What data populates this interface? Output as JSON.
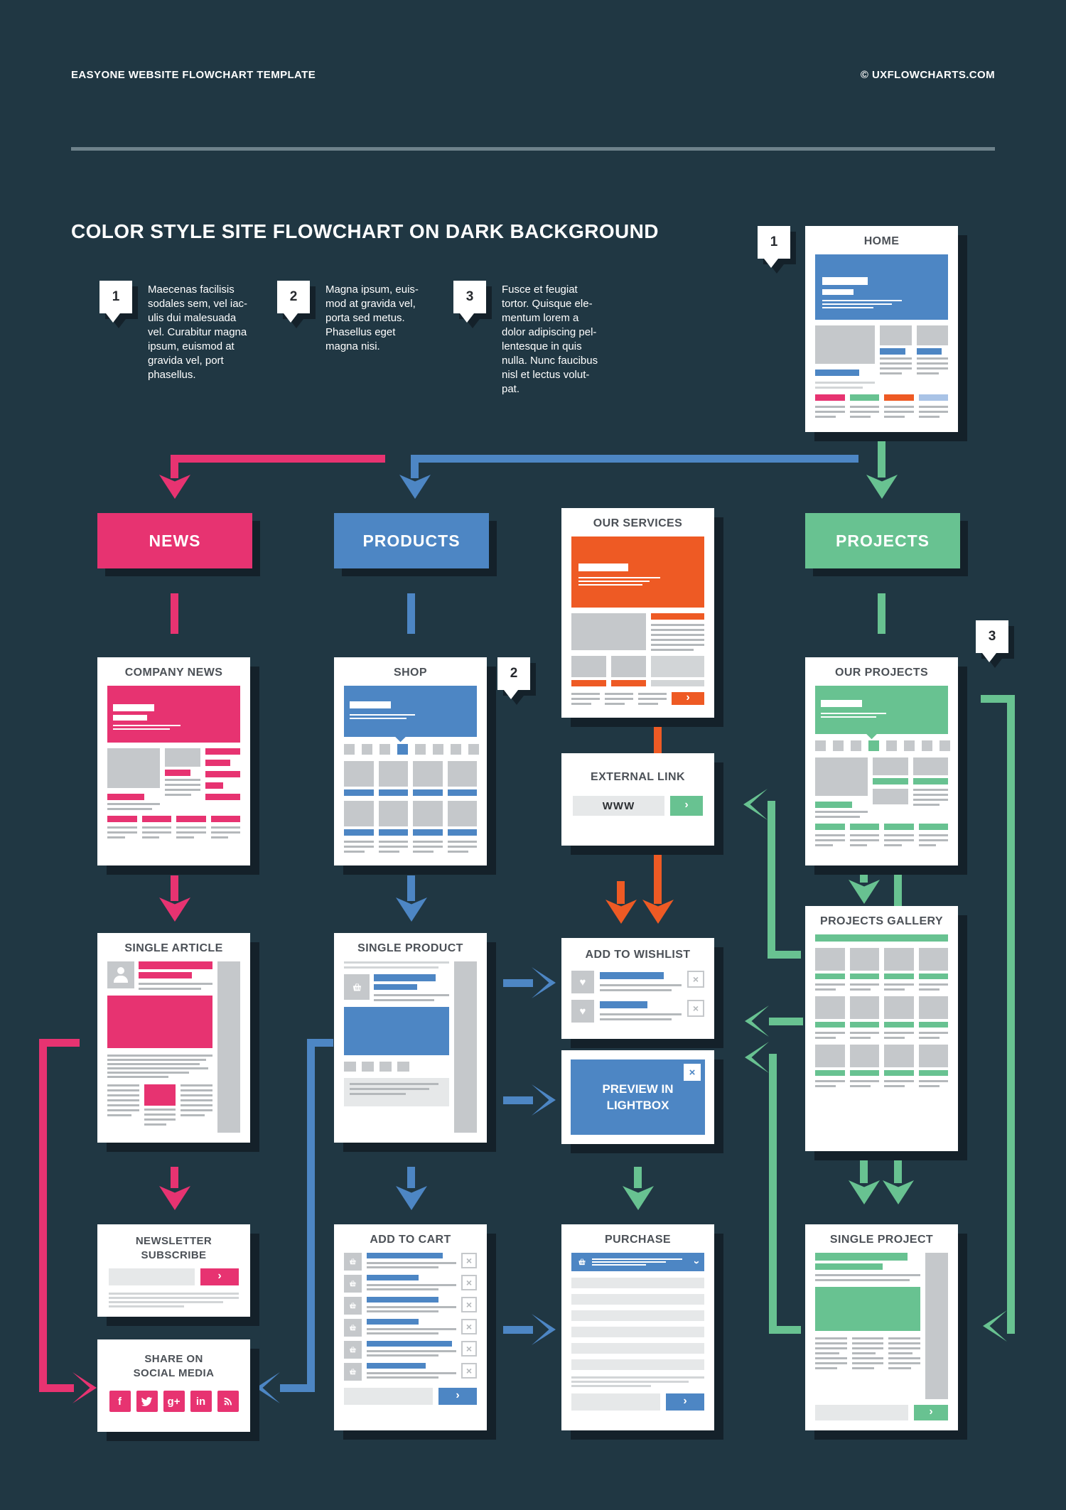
{
  "header": {
    "left": "EASYONE WEBSITE FLOWCHART TEMPLATE",
    "right": "© UXFLOWCHARTS.COM"
  },
  "title": "COLOR STYLE SITE FLOWCHART ON DARK BACKGROUND",
  "callouts": [
    {
      "num": "1",
      "text": "Maecenas facilisis\nsodales sem, vel iac-\nulis dui malesuada\nvel. Curabitur magna\nipsum, euismod at\ngravida vel, port\nphasellus."
    },
    {
      "num": "2",
      "text": "Magna ipsum, euis-\nmod at gravida vel,\nporta sed metus.\nPhasellus eget\nmagna nisi."
    },
    {
      "num": "3",
      "text": "Fusce et feugiat\ntortor. Quisque ele-\nmentum lorem a\ndolor adipiscing pel-\nlentesque in quis\nnulla. Nunc faucibus\nnisl et lectus volut-\npat."
    }
  ],
  "markers": {
    "home": "1",
    "shop": "2",
    "projects": "3"
  },
  "nav": {
    "news": "NEWS",
    "products": "PRODUCTS",
    "projects": "PROJECTS"
  },
  "pages": {
    "home": {
      "title": "HOME"
    },
    "services": {
      "title": "OUR SERVICES"
    },
    "company_news": {
      "title": "COMPANY NEWS"
    },
    "shop": {
      "title": "SHOP"
    },
    "our_projects": {
      "title": "OUR PROJECTS"
    },
    "external_link": {
      "title": "EXTERNAL LINK",
      "url": "WWW"
    },
    "single_article": {
      "title": "SINGLE ARTICLE"
    },
    "single_product": {
      "title": "SINGLE PRODUCT"
    },
    "wishlist": {
      "title": "ADD TO WISHLIST"
    },
    "lightbox": {
      "title": "PREVIEW IN\nLIGHTBOX"
    },
    "gallery": {
      "title": "PROJECTS GALLERY"
    },
    "newsletter": {
      "title": "NEWSLETTER\nSUBSCRIBE"
    },
    "share": {
      "title": "SHARE ON\nSOCIAL MEDIA",
      "icons": [
        "facebook",
        "twitter",
        "google-plus",
        "linkedin",
        "rss"
      ]
    },
    "cart": {
      "title": "ADD TO CART"
    },
    "purchase": {
      "title": "PURCHASE"
    },
    "single_project": {
      "title": "SINGLE PROJECT"
    }
  },
  "icon_glyphs": {
    "facebook": "f",
    "google_plus": "g+",
    "linkedin": "in"
  },
  "colors": {
    "pink": "#e73371",
    "blue": "#4d86c4",
    "green": "#68c291",
    "orange": "#ee5a24",
    "light_blue": "#a9c3e6",
    "background": "#203743",
    "blk": "#c5c8cb",
    "ln": "#b4b8bb",
    "lt": "#d2d5d7",
    "inp": "#e6e8e9"
  }
}
